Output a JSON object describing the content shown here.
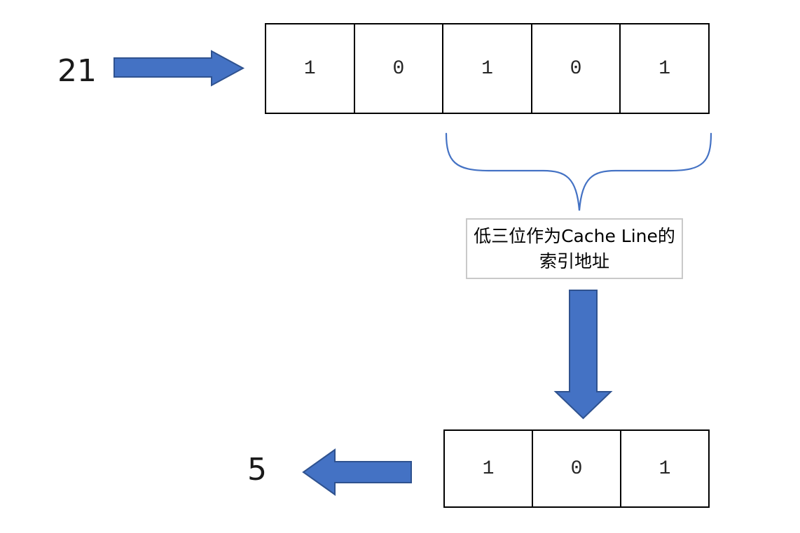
{
  "diagram": {
    "decimal_input": {
      "label": "21"
    },
    "decimal_output": {
      "label": "5"
    },
    "top_register": {
      "bits": [
        "1",
        "0",
        "1",
        "0",
        "1"
      ]
    },
    "bottom_register": {
      "bits": [
        "1",
        "0",
        "1"
      ]
    },
    "caption": {
      "line1": "低三位作为Cache Line的",
      "line2": "索引地址"
    }
  },
  "colors": {
    "arrow_fill": "#4472C4",
    "arrow_border": "#2F528F",
    "brace_stroke": "#4472C4",
    "register_border": "#000000",
    "caption_border": "#C9C9C9",
    "digit_color": "#262626",
    "background": "#FFFFFF"
  }
}
